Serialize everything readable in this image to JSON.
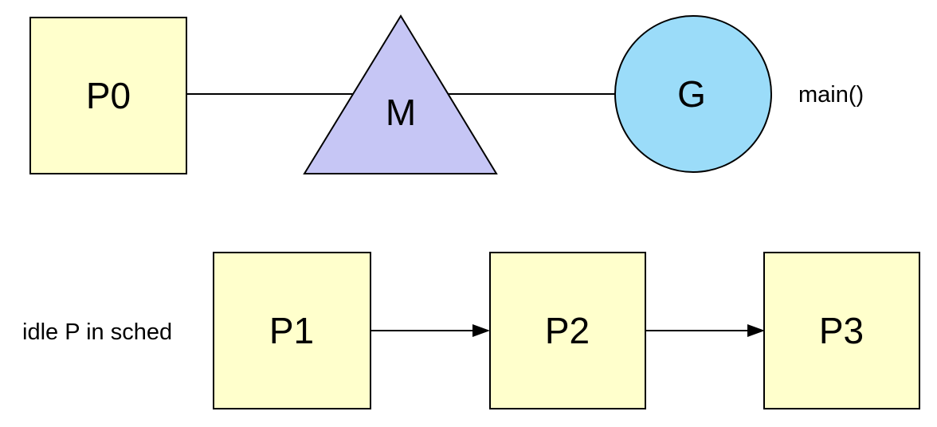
{
  "diagram": {
    "colors": {
      "p_fill": "#ffffcc",
      "m_fill": "#c6c6f5",
      "g_fill": "#9bdcf9",
      "stroke": "#000000",
      "background": "#ffffff"
    },
    "top_row": {
      "p0_label": "P0",
      "m_label": "M",
      "g_label": "G",
      "annotation": "main()"
    },
    "bottom_row": {
      "caption": "idle P in sched",
      "p1_label": "P1",
      "p2_label": "P2",
      "p3_label": "P3"
    }
  }
}
